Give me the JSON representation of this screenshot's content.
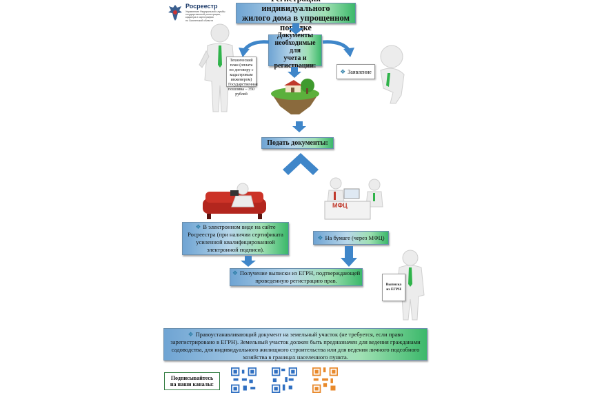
{
  "logo": {
    "name": "Росреестр",
    "lines": [
      "Управление Федеральной службы",
      "государственной регистрации,",
      "кадастра и картографии",
      "по Смоленской области"
    ]
  },
  "title": [
    "Регистрация индивидуального",
    "жилого дома в упрощенном порядке"
  ],
  "docs_box": [
    "Документы",
    "необходимые для",
    "учета и",
    "регистрации:"
  ],
  "left_sheet": "Технический план (оплата по договору с кадастровым инженером) Государственная пошлина – 350 рублей",
  "right_sheet": "Заявление",
  "submit_box": "Подать документы:",
  "online_box": "В электронном виде на сайте Росреестра (при наличии сертификата усиленной квалифицированной электронной подписи).",
  "paper_box": "На бумаге (через МФЦ)",
  "mfc_label": "МФЦ",
  "result_box": "Получение выписки из ЕГРН, подтверждающей проведенную регистрацию прав.",
  "result_sheet": "Выписка из ЕГРН",
  "note_box": "Правоустанавливающий документ на земельный участок (не требуется, если право зарегистрировано в ЕГРН). Земельный участок должен быть предназначен для ведения гражданами садоводства, для индивидуального жилищного строительства или для ведения личного подсобного хозяйства в границах населенного пункта.",
  "subscribe": [
    "Подписывайтесь",
    "на наши каналы:"
  ],
  "colors": {
    "box_start": "#6fa4d3",
    "box_end": "#3bb86a",
    "arrow": "#3f86c9",
    "tie": "#2fb34a",
    "qr3": "#e8892b"
  }
}
